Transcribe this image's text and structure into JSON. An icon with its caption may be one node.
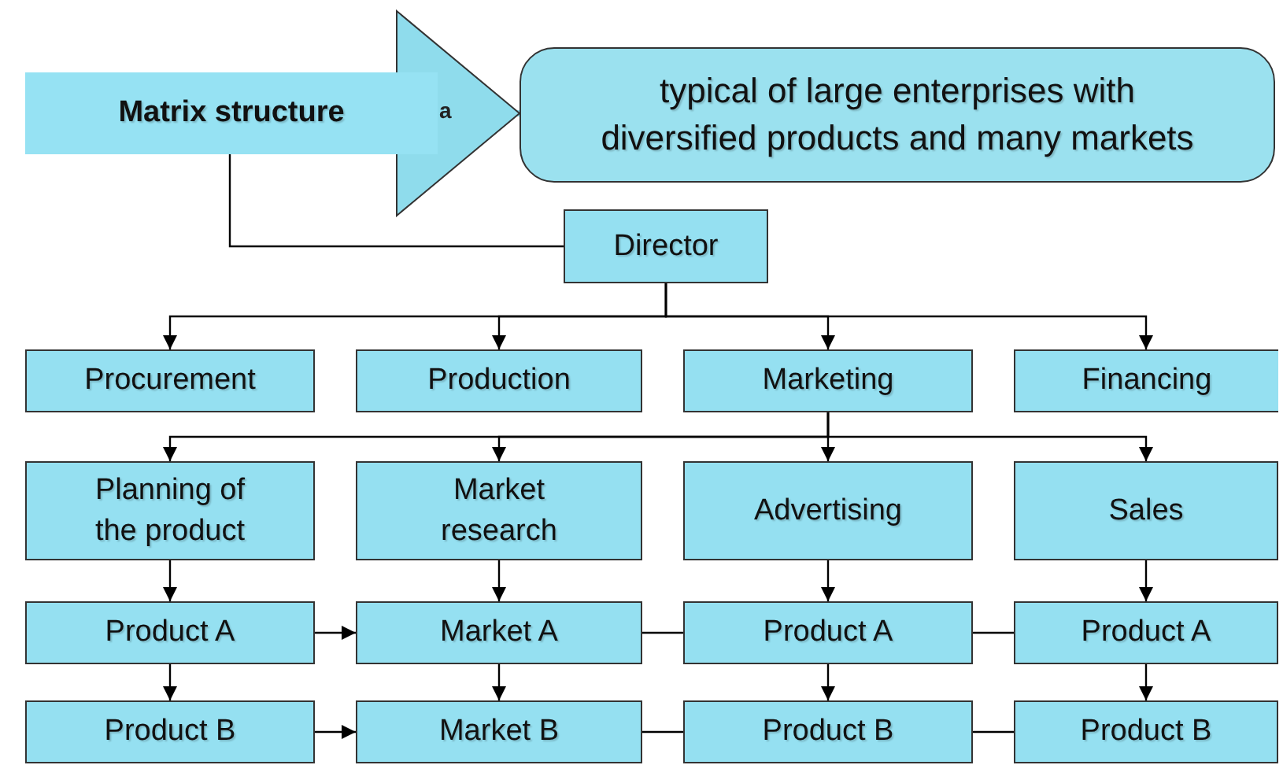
{
  "diagram": {
    "nodes": [
      {
        "text": [
          "Matrix structure"
        ]
      },
      {
        "text": [
          "typical of large enterprises with diversified products and many markets"
        ]
      },
      {
        "text": [
          "Director"
        ]
      },
      {
        "text": [
          "Procurement"
        ]
      },
      {
        "text": [
          "Production"
        ]
      },
      {
        "text": [
          "Marketing"
        ]
      },
      {
        "text": [
          "Financing"
        ]
      },
      {
        "text": [
          "Planning of the product"
        ]
      },
      {
        "text": [
          "Market research"
        ]
      },
      {
        "text": [
          "Advertising"
        ]
      },
      {
        "text": [
          "Sales"
        ]
      },
      {
        "text": [
          "Product A"
        ]
      },
      {
        "text": [
          "Market A"
        ]
      },
      {
        "text": [
          "Product A"
        ]
      },
      {
        "text": [
          "Product A"
        ]
      },
      {
        "text": [
          "Product B"
        ]
      },
      {
        "text": [
          "Market B"
        ]
      },
      {
        "text": [
          "Product B"
        ]
      },
      {
        "text": [
          "Product B"
        ]
      }
    ],
    "edges": [
      {
        "from": 0,
        "to": 1,
        "arrow": "to",
        "style": "thick",
        "color": "#8fdcec"
      },
      {
        "from": 0,
        "to": 2,
        "arrow": "none"
      },
      {
        "from": 2,
        "to": 3,
        "arrow": "to"
      },
      {
        "from": 2,
        "to": 4,
        "arrow": "to"
      },
      {
        "from": 2,
        "to": 5,
        "arrow": "to"
      },
      {
        "from": 2,
        "to": 6,
        "arrow": "to"
      },
      {
        "from": 5,
        "to": 7,
        "arrow": "to"
      },
      {
        "from": 5,
        "to": 8,
        "arrow": "to"
      },
      {
        "from": 5,
        "to": 9,
        "arrow": "to"
      },
      {
        "from": 5,
        "to": 10,
        "arrow": "to"
      },
      {
        "from": 7,
        "to": 11,
        "arrow": "to"
      },
      {
        "from": 8,
        "to": 12,
        "arrow": "to"
      },
      {
        "from": 9,
        "to": 13,
        "arrow": "to"
      },
      {
        "from": 10,
        "to": 14,
        "arrow": "to"
      },
      {
        "from": 11,
        "to": 15,
        "arrow": "to"
      },
      {
        "from": 12,
        "to": 16,
        "arrow": "to"
      },
      {
        "from": 13,
        "to": 17,
        "arrow": "to"
      },
      {
        "from": 14,
        "to": 18,
        "arrow": "to"
      },
      {
        "from": 11,
        "to": 12,
        "arrow": "to"
      },
      {
        "from": 12,
        "to": 13,
        "arrow": "none"
      },
      {
        "from": 13,
        "to": 14,
        "arrow": "none"
      },
      {
        "from": 15,
        "to": 16,
        "arrow": "to"
      },
      {
        "from": 16,
        "to": 17,
        "arrow": "none"
      },
      {
        "from": 17,
        "to": 18,
        "arrow": "none"
      }
    ],
    "labels": [
      "a"
    ]
  }
}
